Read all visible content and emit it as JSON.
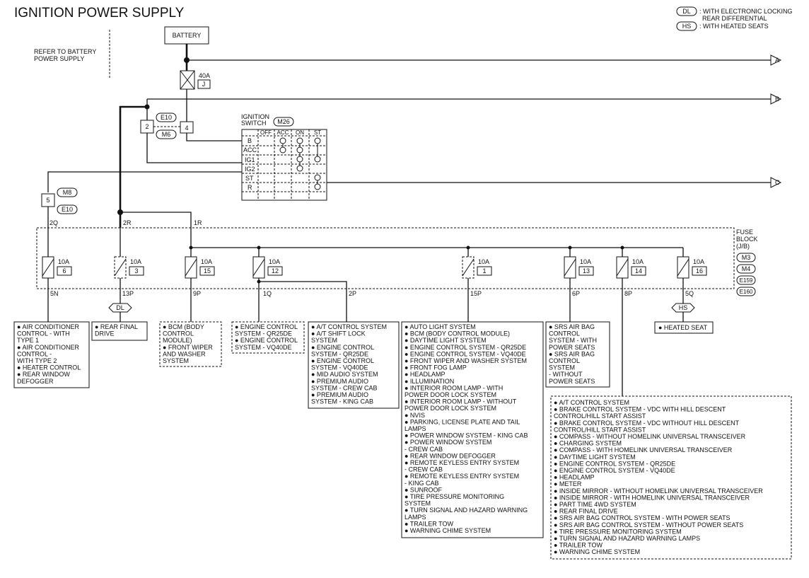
{
  "title": "IGNITION POWER SUPPLY",
  "legend": [
    {
      "code": "DL",
      "text_1": ": WITH ELECTRONIC LOCKING",
      "text_2": "REAR DIFFERENTIAL"
    },
    {
      "code": "HS",
      "text_1": ": WITH HEATED SEATS",
      "text_2": ""
    }
  ],
  "battery": "BATTERY",
  "refer": [
    "REFER TO BATTERY",
    "POWER SUPPLY"
  ],
  "main_fuse": {
    "rating": "40A",
    "id": "J"
  },
  "connectors": {
    "e10": "E10",
    "m6": "M6",
    "m8": "M8",
    "e10b": "E10",
    "pin2": "2",
    "pin4": "4",
    "pin5": "5"
  },
  "arrows": [
    "A",
    "B",
    "C"
  ],
  "ignition_switch": {
    "label_1": "IGNITION",
    "label_2": "SWITCH",
    "connector": "M26",
    "columns": [
      "OFF",
      "ACC",
      "ON",
      "ST"
    ],
    "rows": [
      "B",
      "ACC",
      "IG1",
      "IG2",
      "ST",
      "R"
    ]
  },
  "wire_labels": {
    "w2q": "2Q",
    "w2r": "2R",
    "w1r": "1R"
  },
  "fuse_block": {
    "label_1": "FUSE",
    "label_2": "BLOCK",
    "label_3": "(J/B)",
    "connectors": [
      "M3",
      "M4",
      "E159",
      "E160"
    ]
  },
  "fuses": [
    {
      "rating": "10A",
      "num": "6",
      "wire": "5N"
    },
    {
      "rating": "10A",
      "num": "3",
      "wire": "13P"
    },
    {
      "rating": "10A",
      "num": "15",
      "wire": "9P"
    },
    {
      "rating": "10A",
      "num": "12",
      "wire": "1Q"
    },
    {
      "rating": "10A",
      "num": "1",
      "wire": "15P"
    },
    {
      "rating": "10A",
      "num": "13",
      "wire": "6P"
    },
    {
      "rating": "10A",
      "num": "14",
      "wire": "8P"
    },
    {
      "rating": "10A",
      "num": "16",
      "wire": "5Q"
    }
  ],
  "extra_wire": "2P",
  "option_tags": {
    "dl": "DL",
    "hs": "HS"
  },
  "lists": [
    {
      "lines": [
        "● AIR CONDITIONER",
        "  CONTROL - WITH",
        "  TYPE 1",
        "● AIR CONDITIONER",
        "  CONTROL -",
        "  WITH TYPE 2",
        "● HEATER CONTROL",
        "● REAR WINDOW",
        "  DEFOGGER"
      ]
    },
    {
      "lines": [
        "● REAR FINAL",
        "  DRIVE"
      ]
    },
    {
      "lines": [
        "● BCM (BODY",
        "  CONTROL",
        "  MODULE)",
        "● FRONT WIPER",
        "  AND WASHER",
        "  SYSTEM"
      ]
    },
    {
      "lines": [
        "● ENGINE CONTROL",
        "  SYSTEM - QR25DE",
        "● ENGINE CONTROL",
        "  SYSTEM - VQ40DE"
      ]
    },
    {
      "lines": [
        "● A/T CONTROL SYSTEM",
        "● A/T SHIFT LOCK",
        "  SYSTEM",
        "● ENGINE CONTROL",
        "  SYSTEM - QR25DE",
        "● ENGINE CONTROL",
        "  SYSTEM - VQ40DE",
        "● MID AUDIO SYSTEM",
        "● PREMIUM AUDIO",
        "  SYSTEM - CREW CAB",
        "● PREMIUM AUDIO",
        "  SYSTEM - KING CAB"
      ]
    },
    {
      "lines": [
        "● AUTO LIGHT SYSTEM",
        "● BCM (BODY CONTROL MODULE)",
        "● DAYTIME LIGHT SYSTEM",
        "● ENGINE CONTROL SYSTEM - QR25DE",
        "● ENGINE CONTROL SYSTEM - VQ40DE",
        "● FRONT WIPER AND WASHER SYSTEM",
        "● FRONT FOG LAMP",
        "● HEADLAMP",
        "● ILLUMINATION",
        "● INTERIOR ROOM LAMP - WITH",
        "  POWER DOOR LOCK SYSTEM",
        "● INTERIOR ROOM LAMP - WITHOUT",
        "  POWER DOOR LOCK SYSTEM",
        "● NVIS",
        "● PARKING, LICENSE PLATE AND TAIL",
        "  LAMPS",
        "● POWER WINDOW SYSTEM - KING CAB",
        "● POWER WINDOW SYSTEM",
        "  - CREW CAB",
        "● REAR WINDOW DEFOGGER",
        "● REMOTE KEYLESS ENTRY SYSTEM",
        "  - CREW CAB",
        "● REMOTE KEYLESS ENTRY SYSTEM",
        "  - KING CAB",
        "● SUNROOF",
        "● TIRE PRESSURE MONITORING",
        "  SYSTEM",
        "● TURN SIGNAL AND HAZARD WARNING",
        "  LAMPS",
        "● TRAILER TOW",
        "● WARNING CHIME SYSTEM"
      ]
    },
    {
      "lines": [
        "● SRS AIR BAG",
        "  CONTROL",
        "  SYSTEM - WITH",
        "  POWER SEATS",
        "● SRS AIR BAG",
        "  CONTROL",
        "  SYSTEM",
        "  - WITHOUT",
        "  POWER SEATS"
      ]
    },
    {
      "lines": [
        "● A/T CONTROL SYSTEM",
        "● BRAKE CONTROL SYSTEM - VDC WITH HILL DESCENT",
        "  CONTROL/HILL START ASSIST",
        "● BRAKE CONTROL SYSTEM - VDC WITHOUT HILL DESCENT",
        "  CONTROL/HILL START ASSIST",
        "● COMPASS - WITHOUT HOMELINK UNIVERSAL TRANSCEIVER",
        "● CHARGING SYSTEM",
        "● COMPASS - WITH HOMELINK UNIVERSAL TRANSCEIVER",
        "● DAYTIME LIGHT SYSTEM",
        "● ENGINE CONTROL SYSTEM - QR25DE",
        "● ENGINE CONTROL SYSTEM - VQ40DE",
        "● HEADLAMP",
        "● METER",
        "● INSIDE MIRROR - WITHOUT HOMELINK UNIVERSAL TRANSCEIVER",
        "● INSIDE MIRROR - WITH HOMELINK UNIVERSAL TRANSCEIVER",
        "● PART TIME 4WD SYSTEM",
        "● REAR FINAL DRIVE",
        "● SRS AIR BAG CONTROL SYSTEM - WITH POWER SEATS",
        "● SRS AIR BAG CONTROL SYSTEM - WITHOUT POWER SEATS",
        "● TIRE PRESSURE MONITORING SYSTEM",
        "● TURN SIGNAL AND HAZARD WARNING LAMPS",
        "● TRAILER TOW",
        "● WARNING CHIME SYSTEM"
      ]
    }
  ]
}
